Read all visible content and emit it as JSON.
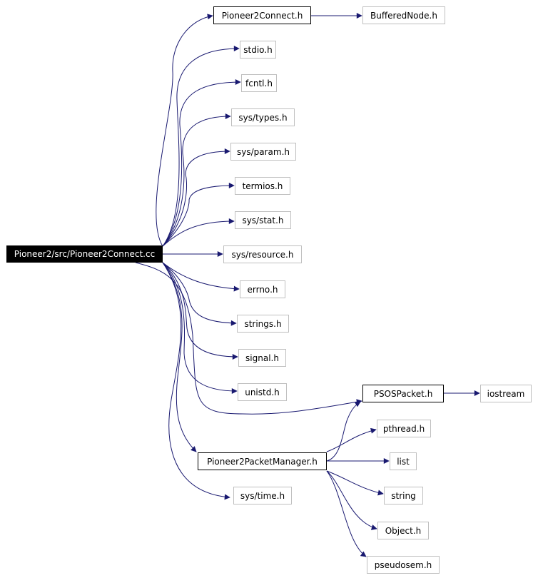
{
  "colors": {
    "edge": "#191970",
    "root_fill": "#000000",
    "root_text": "#ffffff",
    "node_border": "#bfbfbf",
    "solid_border": "#000000"
  },
  "nodes": {
    "root": "Pioneer2/src/Pioneer2Connect.cc",
    "pioneer2connect_h": "Pioneer2Connect.h",
    "bufferednode_h": "BufferedNode.h",
    "stdio_h": "stdio.h",
    "fcntl_h": "fcntl.h",
    "sys_types_h": "sys/types.h",
    "sys_param_h": "sys/param.h",
    "termios_h": "termios.h",
    "sys_stat_h": "sys/stat.h",
    "sys_resource_h": "sys/resource.h",
    "errno_h": "errno.h",
    "strings_h": "strings.h",
    "signal_h": "signal.h",
    "unistd_h": "unistd.h",
    "psospacket_h": "PSOSPacket.h",
    "iostream": "iostream",
    "pthread_h": "pthread.h",
    "pioneer2packetmanager_h": "Pioneer2PacketManager.h",
    "list": "list",
    "string": "string",
    "sys_time_h": "sys/time.h",
    "object_h": "Object.h",
    "pseudosem_h": "pseudosem.h"
  }
}
